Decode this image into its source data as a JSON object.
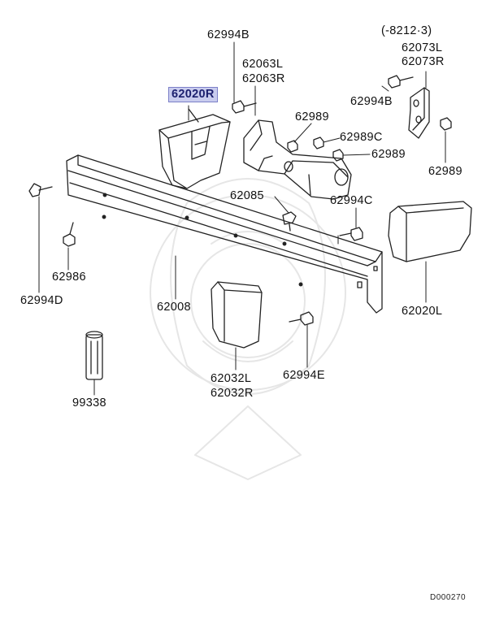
{
  "diagram": {
    "variant_note": "(-8212·3)",
    "callouts": {
      "p62994B_top": "62994B",
      "p62063": [
        "62063L",
        "62063R"
      ],
      "p62020R": "62020R",
      "p62073": [
        "62073L",
        "62073R"
      ],
      "p62994B_right": "62994B",
      "p62989_mid": "62989",
      "p62989C": "62989C",
      "p62989_small": "62989",
      "p62989_right": "62989",
      "p62085": "62085",
      "p62994C": "62994C",
      "p62986": "62986",
      "p62994D": "62994D",
      "p62008": "62008",
      "p62020L": "62020L",
      "p62032": [
        "62032L",
        "62032R"
      ],
      "p62994E": "62994E",
      "p99338": "99338"
    },
    "highlighted_callout": "62020R",
    "drawing_id": "D000270",
    "highlight_color": "#c9ccee"
  }
}
